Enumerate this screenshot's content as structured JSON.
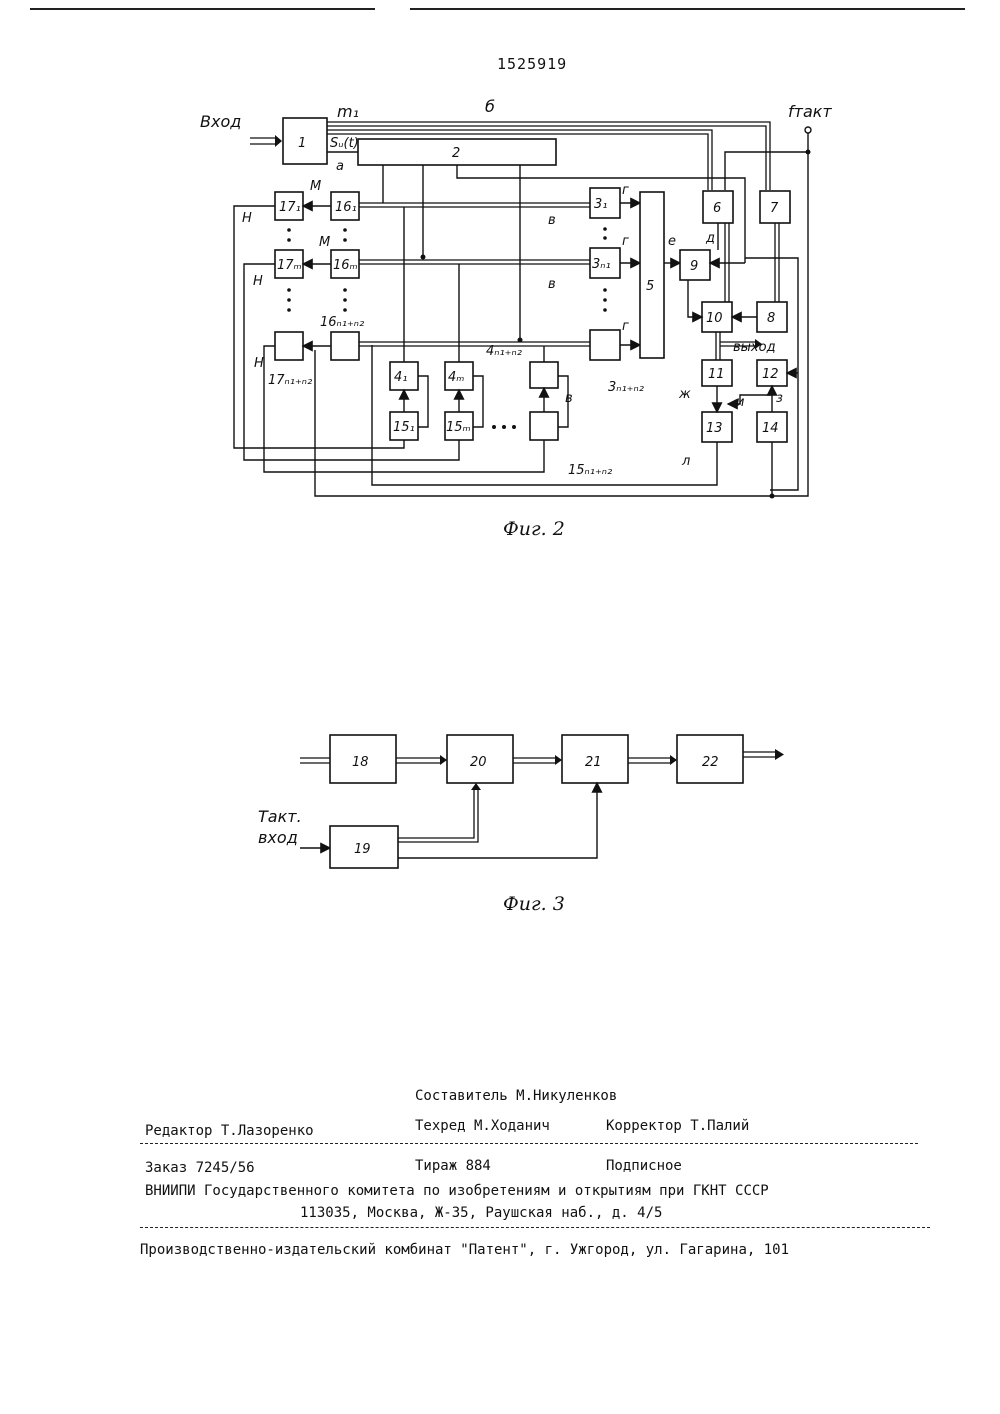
{
  "page_number": "1525919",
  "fig2": {
    "caption": "Фиг. 2",
    "input_label": "Вход",
    "clock_label": "fтакт",
    "output_label": "выход",
    "blocks": {
      "b1": "1",
      "b2": "2",
      "b5": "5",
      "b6": "6",
      "b7": "7",
      "b8": "8",
      "b9": "9",
      "b10": "10",
      "b11": "11",
      "b12": "12",
      "b13": "13",
      "b14": "14",
      "b3_1": "3₁",
      "b3_n1": "3ₙ₁",
      "b3_last": "3ₙ₁₊ₙ₂",
      "b4_1": "4₁",
      "b4_m": "4ₘ",
      "b4_last": "4ₙ₁₊ₙ₂",
      "b15_1": "15₁",
      "b15_m": "15ₘ",
      "b15_last": "15ₙ₁₊ₙ₂",
      "b16_1": "16₁",
      "b16_m": "16ₘ",
      "b16_last": "16ₙ₁₊ₙ₂",
      "b17_1": "17₁",
      "b17_m": "17ₘ",
      "b17_last": "17ₙ₁₊ₙ₂"
    },
    "signals": {
      "m1": "m₁",
      "s": "Sᵤ(t)",
      "a": "а",
      "b": "б",
      "v": "в",
      "g": "г",
      "d": "д",
      "e": "е",
      "zh": "ж",
      "z": "з",
      "i": "и",
      "l": "л",
      "m": "М",
      "n": "Н"
    }
  },
  "fig3": {
    "caption": "Фиг. 3",
    "clock_input": [
      "Такт.",
      "вход"
    ],
    "blocks": {
      "b18": "18",
      "b19": "19",
      "b20": "20",
      "b21": "21",
      "b22": "22"
    }
  },
  "footer": {
    "compiler": "Составитель М.Никуленков",
    "editor": "Редактор Т.Лазоренко",
    "techred": "Техред  М.Ходанич",
    "corrector": "Корректор  Т.Палий",
    "order": "Заказ  7245/56",
    "circulation": "Тираж  884",
    "subscription": "Подписное",
    "org_line1": "ВНИИПИ Государственного комитета по изобретениям и открытиям при ГКНТ СССР",
    "org_line2": "113035, Москва, Ж-35, Раушская наб., д. 4/5",
    "printer": "Производственно-издательский комбинат \"Патент\", г. Ужгород, ул. Гагарина, 101"
  }
}
